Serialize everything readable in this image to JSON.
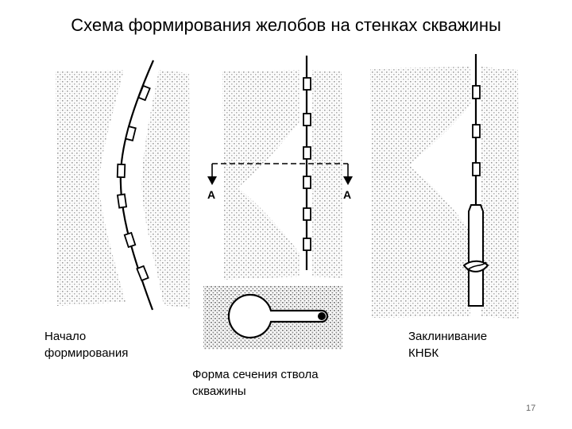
{
  "title": "Схема формирования желобов на стенках скважины",
  "section_marker": "A",
  "captions": {
    "left": [
      "Начало",
      "формирования"
    ],
    "middle": [
      "Форма сечения ствола",
      "скважины"
    ],
    "right": [
      "Заклинивание",
      "КНБК"
    ]
  },
  "page_number": "17"
}
